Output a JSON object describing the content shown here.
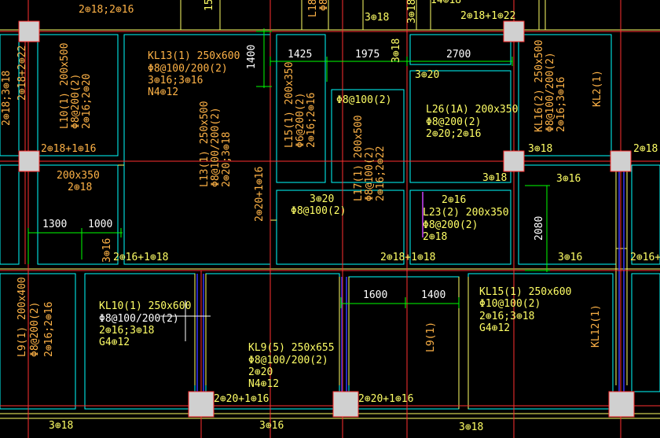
{
  "colors": {
    "background": "#000000",
    "axis": "#ff3030",
    "wall": "#ffff66",
    "beam_edge": "#00ffff",
    "dim": "#00ff00",
    "text_orange": "#ffb347",
    "text_yellow": "#ffff66",
    "text_white": "#ffffff",
    "column": "#d8d8d8",
    "rebar": "#3333ff",
    "magenta": "#cc44ff"
  },
  "beam_labels": {
    "top_2b18_2b16": "2⊕18;2⊕16",
    "top_15": "15",
    "top_L18": "L18",
    "top_phi": "Φ8",
    "top_3b18": "3⊕18",
    "top_3b18b": "3⊕18",
    "top_2b18_1b22": "2⊕18+1⊕22",
    "top_right_a": "14⊕18",
    "left_2b18_2b22": "2⊕18+2⊕22",
    "left_2b18_3b18": "2⊕18;3⊕18",
    "kl13_a": "KL13(1) 250x600",
    "kl13_b": "Φ8@100/200(2)",
    "kl13_c": "3⊕16;3⊕16",
    "kl13_d": "N4⊕12",
    "l10_a": "L10(1) 200x500",
    "l10_b": "Φ8@200(2)",
    "l10_c": "2⊕16;2⊕20",
    "b2b18_1b16": "2⊕18+1⊕16",
    "s200x350": "200x350",
    "s2b18": "2⊕18",
    "l13_a": "L13(1) 250x500",
    "l13_b": "Φ8@100/200(2)",
    "l13_c": "2⊕20;3⊕18",
    "v2b20_1b16": "2⊕20+1⊕16",
    "l15_a": "L15(1) 200x350",
    "l15_b": "Φ6@200(2)",
    "l15_c": "2⊕16;2⊕16",
    "p8_100": "Φ8@100(2)",
    "l17_a": "L17(1) 200x500",
    "l17_b": "Φ8@100(2)",
    "l17_c": "2⊕16;2⊕22",
    "b3b20_top": "3⊕20",
    "l26_a": "L26(1A) 200x350",
    "l26_b": "Φ8@200(2)",
    "l26_c": "2⊕20;2⊕16",
    "kl16_a": "KL16(2) 250x500",
    "kl16_b": "Φ8@100/200(2)",
    "kl16_c": "2⊕16;3⊕16",
    "kl2": "KL2(1)",
    "r3b18": "3⊕18",
    "r2b18": "2⊕18",
    "c3b18": "3⊕18",
    "c3b16": "3⊕16",
    "b3b20_mid": "3⊕20",
    "p8_100_mid": "Φ8@100(2)",
    "b2b16_l23": "2⊕16",
    "l23_a": "L23(2) 200x350",
    "l23_b": "Φ8@200(2)",
    "l23_c": "2⊕18",
    "b2b16_1b18": "2⊕16+1⊕18",
    "b2b18_1b18": "2⊕18+1⊕18",
    "b3b16_left": "3⊕16",
    "b3b16_right": "3⊕16",
    "b2b16_1b_right": "2⊕16+1⊕",
    "l9_a": "L9(1) 200x400",
    "l9_b": "Φ8@200(2)",
    "l9_c": "2⊕16;2⊕16",
    "kl10_a": "KL10(1) 250x600",
    "kl10_b": "Φ8@100/200(2)",
    "kl10_c": "2⊕16;3⊕18",
    "kl10_d": "G4⊕12",
    "kl9_a": "KL9(5) 250x655",
    "kl9_b": "Φ8@100/200(2)",
    "kl9_c": "2⊕20",
    "kl9_d": "N4⊕12",
    "l9_1": "L9(1)",
    "kl15_a": "KL15(1) 250x600",
    "kl15_b": "Φ10@100(2)",
    "kl15_c": "2⊕16;3⊕18",
    "kl15_d": "G4⊕12",
    "kl12": "KL12(1)",
    "b2b20_1b16_a": "2⊕20+1⊕16",
    "b2b20_1b16_b": "2⊕20+1⊕16",
    "bot_3b18_a": "3⊕18",
    "bot_3b16": "3⊕16",
    "bot_3b18_b": "3⊕18"
  },
  "dimensions": {
    "d1400": "1400",
    "d1425": "1425",
    "d1975": "1975",
    "d2700": "2700",
    "d1300": "1300",
    "d1000": "1000",
    "d2080": "2080",
    "d1600": "1600",
    "d1400b": "1400"
  }
}
